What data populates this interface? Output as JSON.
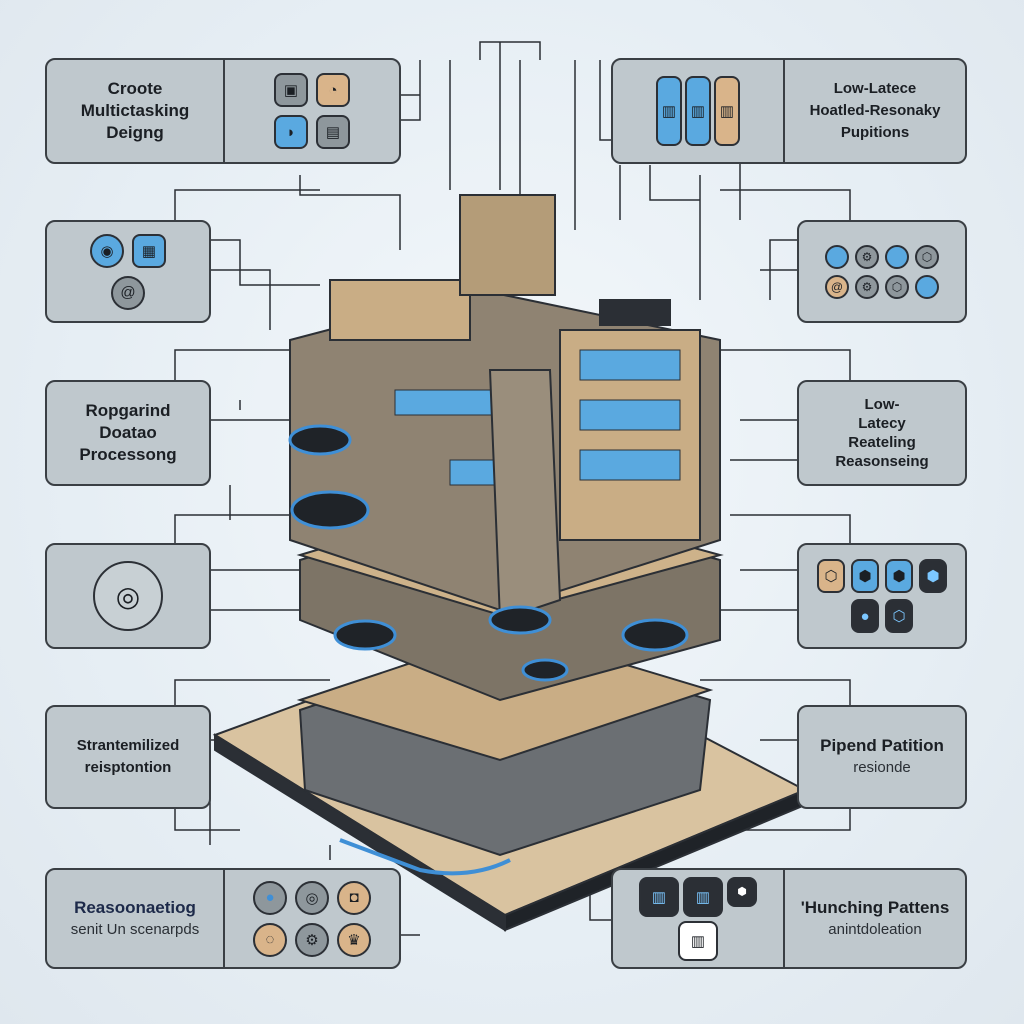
{
  "panels": {
    "top_left": {
      "title_lines": [
        "Croote",
        "Multictasking",
        "Deigng"
      ]
    },
    "top_right": {
      "title_lines": [
        "Low-Latece",
        "Hoatled-Resonaky",
        "Pupitions"
      ]
    },
    "left_2": {
      "title_lines": [
        "Ropgarind",
        "Doatao",
        "Processong"
      ]
    },
    "left_4": {
      "title_lines": [
        "Strantemilized",
        "reisptontion"
      ]
    },
    "bottom_left": {
      "title": "Reasoonaetiog",
      "subtitle": "senit Un scenarpds"
    },
    "right_2": {
      "title_lines": [
        "Low-",
        "Latecy",
        "Reateling",
        "Reasonseing"
      ]
    },
    "right_4": {
      "title_lines": [
        "Pipend Patition",
        "resionde"
      ]
    },
    "bottom_right": {
      "title": "'Hunching Pattens",
      "subtitle": "anintdoleation"
    }
  },
  "colors": {
    "accent": "#3f8fd6",
    "panel": "#bfc8cd",
    "tan": "#d9b48a",
    "dark": "#2b2f35"
  }
}
